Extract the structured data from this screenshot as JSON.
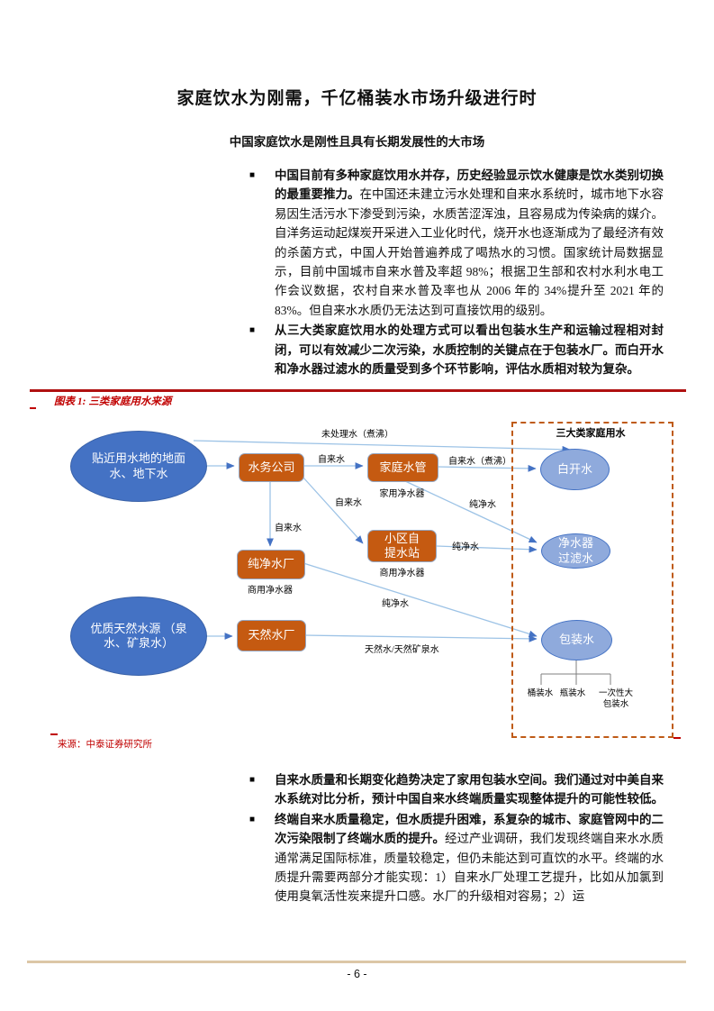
{
  "title": "家庭饮水为刚需，千亿桶装水市场升级进行时",
  "subtitle": "中国家庭饮水是刚性且具有长期发展性的大市场",
  "bullets_top": [
    {
      "bold": "中国目前有多种家庭饮用水并存，历史经验显示饮水健康是饮水类别切换的最重要推力。",
      "text": "在中国还未建立污水处理和自来水系统时，城市地下水容易因生活污水下渗受到污染，水质苦涩浑浊，且容易成为传染病的媒介。自洋务运动起煤炭开采进入工业化时代，烧开水也逐渐成为了最经济有效的杀菌方式，中国人开始普遍养成了喝热水的习惯。国家统计局数据显示，目前中国城市自来水普及率超 98%；根据卫生部和农村水利水电工作会议数据，农村自来水普及率也从 2006 年的 34%提升至 2021 年的 83%。但自来水水质仍无法达到可直接饮用的级别。"
    },
    {
      "bold": "从三大类家庭饮用水的处理方式可以看出包装水生产和运输过程相对封闭，可以有效减少二次污染，水质控制的关键点在于包装水厂。而白开水和净水器过滤水的质量受到多个环节影响，评估水质相对较为复杂。",
      "text": ""
    }
  ],
  "bullets_bottom": [
    {
      "bold": "自来水质量和长期变化趋势决定了家用包装水空间。我们通过对中美自来水系统对比分析，预计中国自来水终端质量实现整体提升的可能性较低。",
      "text": ""
    },
    {
      "bold": "终端自来水质量稳定，但水质提升困难，系复杂的城市、家庭管网中的二次污染限制了终端水质的提升。",
      "text": "经过产业调研，我们发现终端自来水水质通常满足国际标准，质量较稳定，但仍未能达到可直饮的水平。终端的水质提升需要两部分才能实现：1）自来水厂处理工艺提升，比如从加氯到使用臭氧活性炭来提升口感。水厂的升级相对容易；2）运"
    }
  ],
  "figure": {
    "caption": "图表 1: 三类家庭用水来源",
    "source": "来源：中泰证券研究所",
    "group_label": "三大类家庭用水",
    "nodes": {
      "source_tap": "贴近用水地的地面水、地下水",
      "water_company": "水务公司",
      "home_pipe": "家庭水管",
      "home_pipe_sub": "家用净水器",
      "pure_plant": "纯净水厂",
      "pure_plant_sub": "商用净水器",
      "station": "小区自提水站",
      "station_sub": "商用净水器",
      "natural_source": "优质天然水源 （泉水、矿泉水）",
      "natural_plant": "天然水厂",
      "boiled": "白开水",
      "filtered": "净水器过滤水",
      "packaged": "包装水"
    },
    "edge_labels": {
      "untreated": "未处理水（煮沸）",
      "tap1": "自来水",
      "tap_boiled": "自来水（煮沸）",
      "tap2": "自来水",
      "tap3": "自来水",
      "pure1": "纯净水",
      "pure2": "纯净水",
      "pure3": "纯净水",
      "natural": "天然水/天然矿泉水"
    },
    "leaf_labels": [
      "桶装水",
      "瓶装水",
      "一次性大包装水"
    ]
  },
  "footer": {
    "page_number": "- 6 -"
  },
  "colors": {
    "accent_red": "#c00000",
    "node_orange": "#c55a11",
    "ellipse_blue": "#4472c4",
    "ellipse_light_blue": "#8faadc",
    "arrow_blue": "#9dc3e6",
    "dashed_border": "#bf5b17",
    "footer_tan": "#dcc7a7"
  }
}
